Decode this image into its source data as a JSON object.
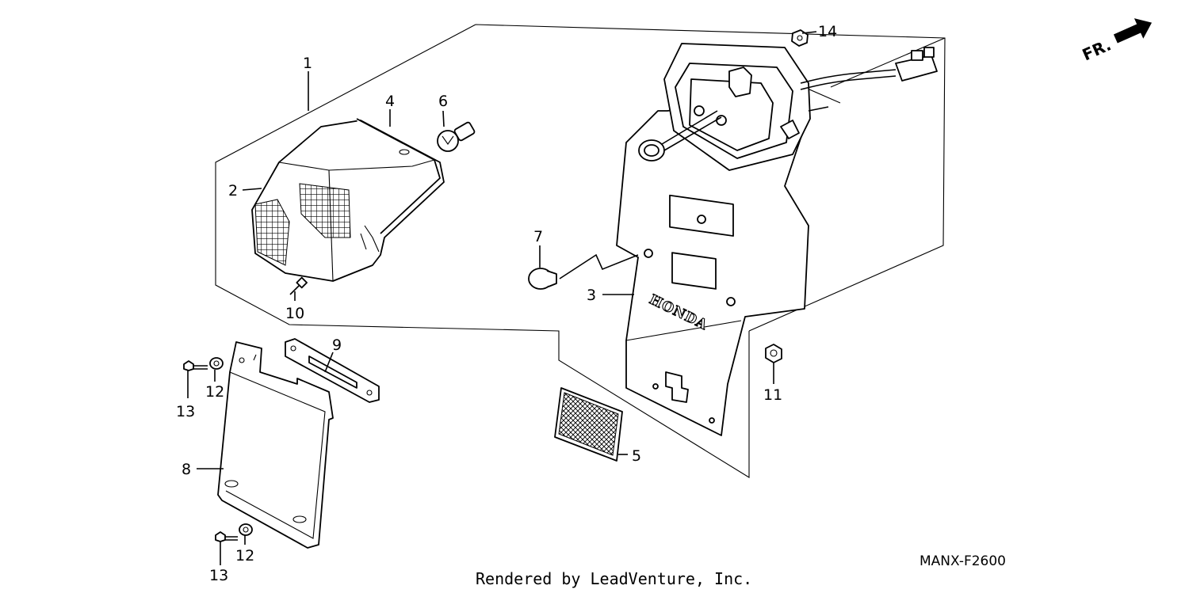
{
  "callouts": [
    {
      "id": "c1",
      "label": "1"
    },
    {
      "id": "c2",
      "label": "2"
    },
    {
      "id": "c3",
      "label": "3"
    },
    {
      "id": "c4",
      "label": "4"
    },
    {
      "id": "c5",
      "label": "5"
    },
    {
      "id": "c6",
      "label": "6"
    },
    {
      "id": "c7",
      "label": "7"
    },
    {
      "id": "c8",
      "label": "8"
    },
    {
      "id": "c9",
      "label": "9"
    },
    {
      "id": "c10",
      "label": "10"
    },
    {
      "id": "c11",
      "label": "11"
    },
    {
      "id": "c12a",
      "label": "12"
    },
    {
      "id": "c12b",
      "label": "12"
    },
    {
      "id": "c13a",
      "label": "13"
    },
    {
      "id": "c13b",
      "label": "13"
    },
    {
      "id": "c14",
      "label": "14"
    }
  ],
  "direction_marker": "FR.",
  "brand_text": "HONDA",
  "diagram_code": "MANX-F2600",
  "credit": "Rendered by LeadVenture, Inc.",
  "colors": {
    "ink": "#000000",
    "paper": "#ffffff"
  }
}
